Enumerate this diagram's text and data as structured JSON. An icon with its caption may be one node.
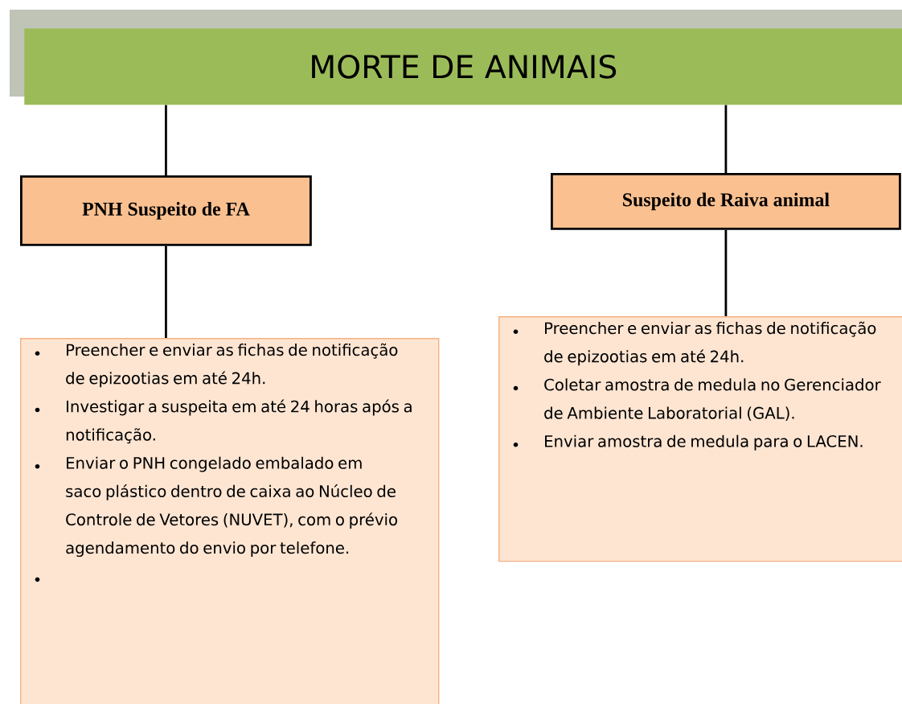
{
  "diagram": {
    "nodes": [
      {
        "text": [
          "MORTE DE ANIMAIS"
        ]
      },
      {
        "text": [
          "PNH Suspeito de FA"
        ]
      },
      {
        "text": [
          "Suspeito de Raiva animal"
        ]
      },
      {
        "text": [
          "Preencher e enviar as fichas de notificação de epizootias em até 24h.",
          "Investigar a suspeita em até 24 horas após a notificação.",
          "Enviar o PNH congelado embalado em saco plástico dentro de caixa ao Núcleo de Controle de Vetores (NUVET), com o prévio agendamento do envio por telefone."
        ]
      },
      {
        "text": [
          "Preencher e enviar as fichas de notificação de epizootias em até 24h.",
          "Coletar amostra de medula no Gerenciador de Ambiente Laboratorial (GAL).",
          "Enviar amostra de medula para o LACEN."
        ]
      }
    ],
    "edges": [
      {
        "from": 0,
        "to": 1,
        "arrow": "none"
      },
      {
        "from": 0,
        "to": 2,
        "arrow": "none"
      },
      {
        "from": 1,
        "to": 3,
        "arrow": "none"
      },
      {
        "from": 2,
        "to": 4,
        "arrow": "none"
      }
    ]
  }
}
